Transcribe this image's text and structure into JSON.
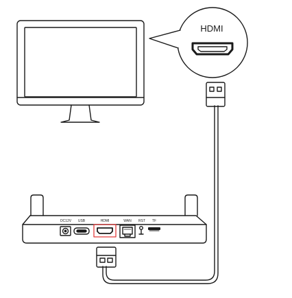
{
  "callout": {
    "label": "HDMI"
  },
  "device": {
    "ports": [
      {
        "id": "dc",
        "label": "DC12V"
      },
      {
        "id": "usb",
        "label": "USB"
      },
      {
        "id": "hdmi",
        "label": "HDMI",
        "highlighted": true
      },
      {
        "id": "wan",
        "label": "WAN"
      },
      {
        "id": "rst",
        "label": "RST"
      },
      {
        "id": "tf",
        "label": "TF"
      }
    ]
  },
  "colors": {
    "line": "#1a1a1a",
    "highlight": "#e23b3b"
  },
  "icons": {
    "monitor": "monitor-icon",
    "nvr": "nvr-device",
    "cable": "hdmi-cable",
    "plug": "hdmi-plug-icon"
  }
}
